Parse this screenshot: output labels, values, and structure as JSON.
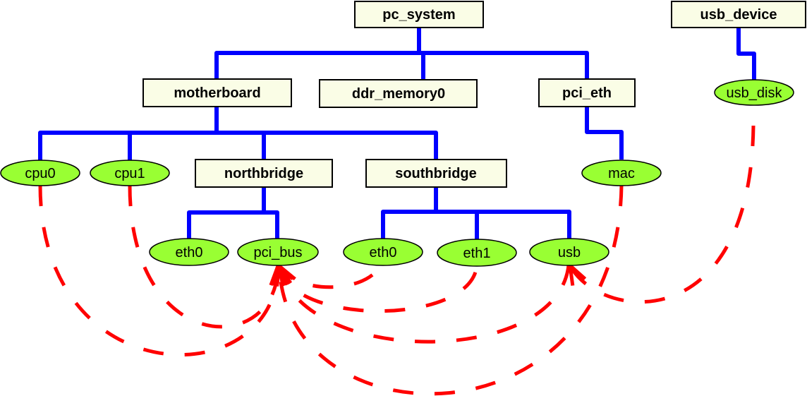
{
  "diagram": {
    "nodes": [
      {
        "label": "pc_system",
        "shape": "box"
      },
      {
        "label": "usb_device",
        "shape": "box"
      },
      {
        "label": "motherboard",
        "shape": "box"
      },
      {
        "label": "ddr_memory0",
        "shape": "box"
      },
      {
        "label": "pci_eth",
        "shape": "box"
      },
      {
        "label": "usb_disk",
        "shape": "ellipse"
      },
      {
        "label": "cpu0",
        "shape": "ellipse"
      },
      {
        "label": "cpu1",
        "shape": "ellipse"
      },
      {
        "label": "northbridge",
        "shape": "box"
      },
      {
        "label": "southbridge",
        "shape": "box"
      },
      {
        "label": "mac",
        "shape": "ellipse"
      },
      {
        "label": "eth0",
        "shape": "ellipse"
      },
      {
        "label": "pci_bus",
        "shape": "ellipse"
      },
      {
        "label": "eth0",
        "shape": "ellipse"
      },
      {
        "label": "eth1",
        "shape": "ellipse"
      },
      {
        "label": "usb",
        "shape": "ellipse"
      }
    ],
    "hierarchy_edges": [
      {
        "from": 0,
        "to": 2
      },
      {
        "from": 0,
        "to": 3
      },
      {
        "from": 0,
        "to": 4
      },
      {
        "from": 1,
        "to": 5
      },
      {
        "from": 2,
        "to": 6
      },
      {
        "from": 2,
        "to": 7
      },
      {
        "from": 2,
        "to": 8
      },
      {
        "from": 2,
        "to": 9
      },
      {
        "from": 8,
        "to": 11
      },
      {
        "from": 8,
        "to": 12
      },
      {
        "from": 9,
        "to": 13
      },
      {
        "from": 9,
        "to": 14
      },
      {
        "from": 9,
        "to": 15
      },
      {
        "from": 4,
        "to": 10
      }
    ],
    "dependency_edges": [
      {
        "from": 6,
        "to": 12
      },
      {
        "from": 7,
        "to": 12
      },
      {
        "from": 13,
        "to": 12
      },
      {
        "from": 14,
        "to": 12
      },
      {
        "from": 15,
        "to": 12
      },
      {
        "from": 10,
        "to": 12
      },
      {
        "from": 5,
        "to": 15
      }
    ]
  },
  "style": {
    "hierarchy_color": "#0000ff",
    "dependency_color": "#ff0000",
    "box_fill": "#fafde6",
    "ellipse_fill": "#99ff33"
  }
}
